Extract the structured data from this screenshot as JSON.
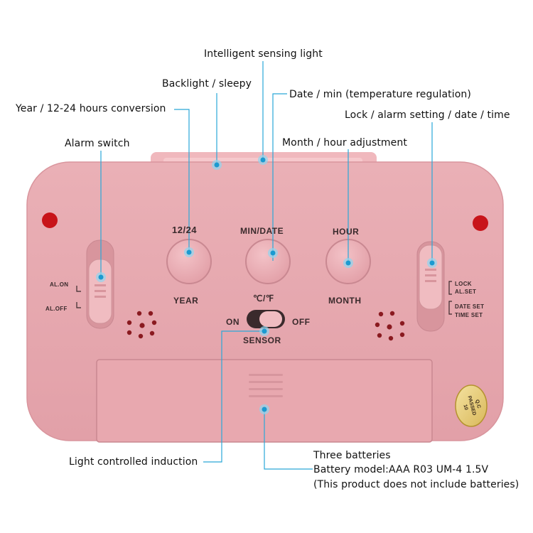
{
  "colors": {
    "body": "#e6a6ad",
    "body_dark": "#d39098",
    "leader": "#2aa8d8",
    "dot_outer": "#8fd6f0",
    "red_hole": "#c8141a"
  },
  "callouts": {
    "intelligent_sensing_light": "Intelligent sensing light",
    "backlight_sleepy": "Backlight / sleepy",
    "date_min": "Date / min (temperature regulation)",
    "year_12_24": "Year / 12-24 hours conversion",
    "lock_alarm": "Lock / alarm setting / date / time",
    "alarm_switch": "Alarm switch",
    "month_hour": "Month / hour adjustment",
    "light_controlled": "Light controlled induction",
    "batteries_line1": "Three batteries",
    "batteries_line2": "Battery model:AAA R03 UM-4 1.5V",
    "batteries_line3": "(This product does not include batteries)"
  },
  "device_labels": {
    "btn1_top": "12/24",
    "btn1_bottom": "YEAR",
    "btn2_top": "MIN/DATE",
    "btn2_bottom": "℃/℉",
    "btn3_top": "HOUR",
    "btn3_bottom": "MONTH",
    "sensor_on": "ON",
    "sensor_off": "OFF",
    "sensor": "SENSOR",
    "al_on": "AL.ON",
    "al_off": "AL.OFF",
    "lock": "LOCK",
    "al_set": "AL.SET",
    "date_set": "DATE SET",
    "time_set": "TIME SET",
    "qc_line1": "Q.C",
    "qc_line2": "PASSED",
    "qc_line3": "10"
  }
}
